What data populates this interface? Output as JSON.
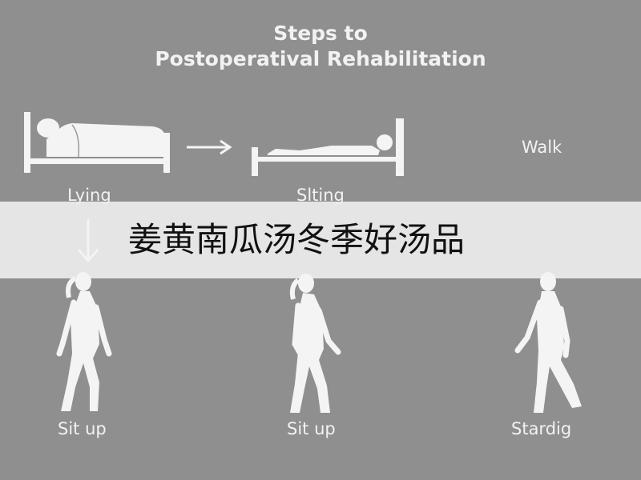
{
  "title": {
    "line1": "Steps to",
    "line2": "Postoperatival Rehabilitation"
  },
  "steps": {
    "lying": "Lying",
    "siting": "Slting",
    "walk": "Walk",
    "sit_up_1": "Sit up",
    "sit_up_2": "Sit up",
    "standing": "Stardig"
  },
  "banner": {
    "text": "姜黄南瓜汤冬季好汤品"
  },
  "colors": {
    "background": "#8f8f8f",
    "figure": "#f4f4f4",
    "banner": "#ececec"
  },
  "icons": [
    "right-arrow-icon",
    "down-arrow-icon",
    "bed-icon",
    "person-icon"
  ]
}
